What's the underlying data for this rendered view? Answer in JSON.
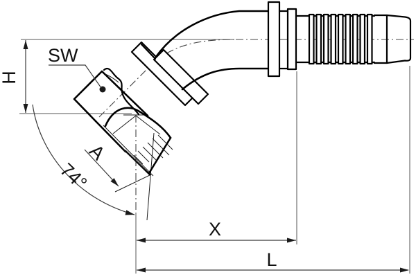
{
  "drawing": {
    "description": "Technical line drawing of a 45-degree elbow hydraulic hose fitting (female swivel with 74-degree seat) with hose barb tail and dimension annotations",
    "background_color": "#ffffff",
    "line_color": "#000000",
    "dimension_line_color": "#3a3a3a"
  },
  "labels": {
    "wrench_size": "SW",
    "height": "H",
    "seat_angle": "74°",
    "length_a": "A",
    "length_x": "X",
    "length_l": "L"
  }
}
